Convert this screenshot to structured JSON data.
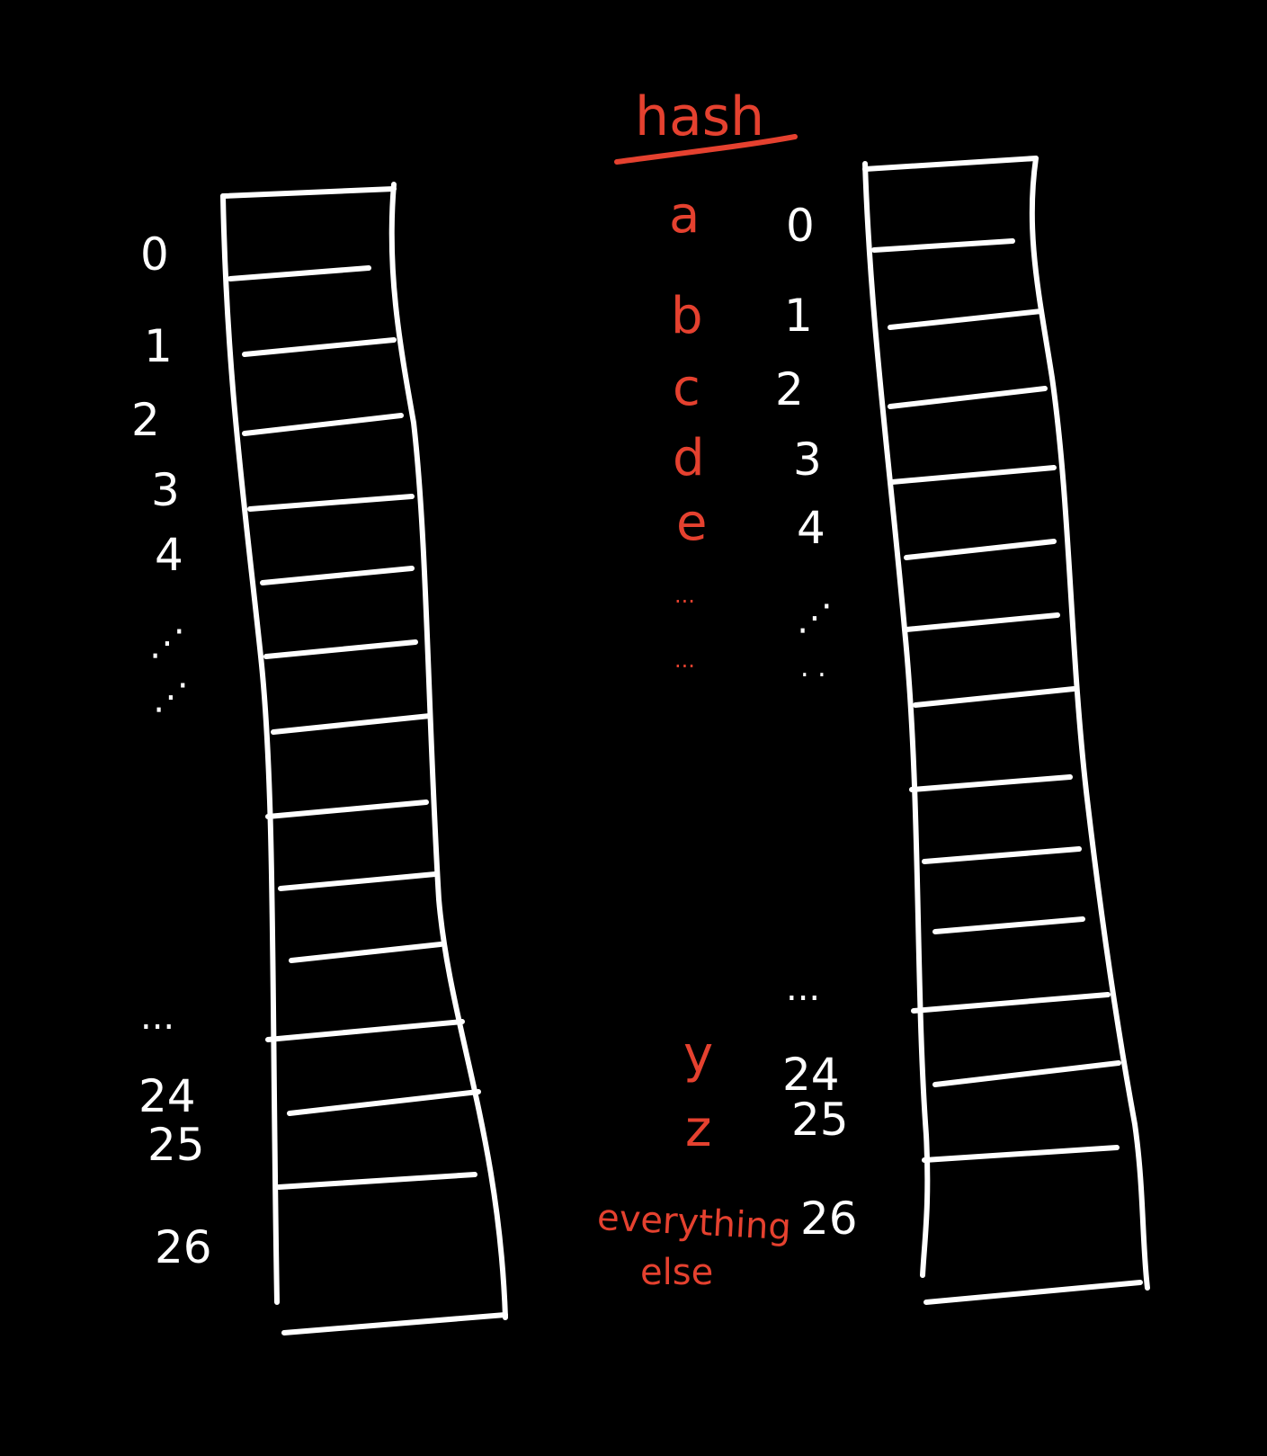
{
  "colors": {
    "background": "#000000",
    "ink": "#ffffff",
    "accent": "#e5412f"
  },
  "hash_heading": "hash",
  "left_table": {
    "index_labels": [
      "0",
      "1",
      "2",
      "3",
      "4",
      "⋰",
      "⋰",
      "...",
      "24",
      "25",
      "26"
    ]
  },
  "hash_map": {
    "rows": [
      {
        "key": "a",
        "index": "0"
      },
      {
        "key": "b",
        "index": "1"
      },
      {
        "key": "c",
        "index": "2"
      },
      {
        "key": "d",
        "index": "3"
      },
      {
        "key": "e",
        "index": "4"
      },
      {
        "key": "...",
        "index": "⋰"
      },
      {
        "key": "...",
        "index": ". ."
      },
      {
        "key": "",
        "index": "..."
      },
      {
        "key": "y",
        "index": "24"
      },
      {
        "key": "z",
        "index": "25"
      }
    ],
    "fallback_key_line1": "everything",
    "fallback_key_line2": "else",
    "fallback_index": "26"
  }
}
